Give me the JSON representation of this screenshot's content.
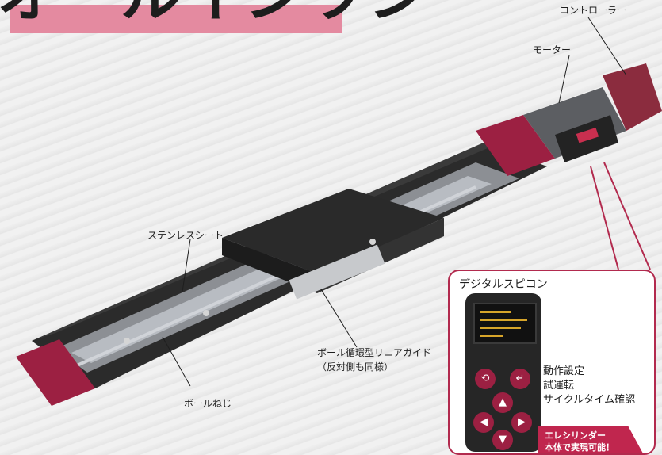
{
  "heading": "オールインワン",
  "labels": {
    "controller": "コントローラー",
    "motor": "モーター",
    "stainless_sheet": "ステンレスシート",
    "linear_guide_line1": "ボール循環型リニアガイド",
    "linear_guide_line2": "（反対側も同様）",
    "ball_screw": "ボールねじ"
  },
  "callout": {
    "title": "デジタルスピコン",
    "features": [
      "動作設定",
      "試運転",
      "サイクルタイム確認"
    ],
    "badge_line1": "エレシリンダー",
    "badge_line2": "本体で実現可能！"
  },
  "colors": {
    "accent": "#b22a4e",
    "title_band": "#e48aa0",
    "body_dark": "#1f1f1f",
    "end_cap": "#9c2042"
  }
}
